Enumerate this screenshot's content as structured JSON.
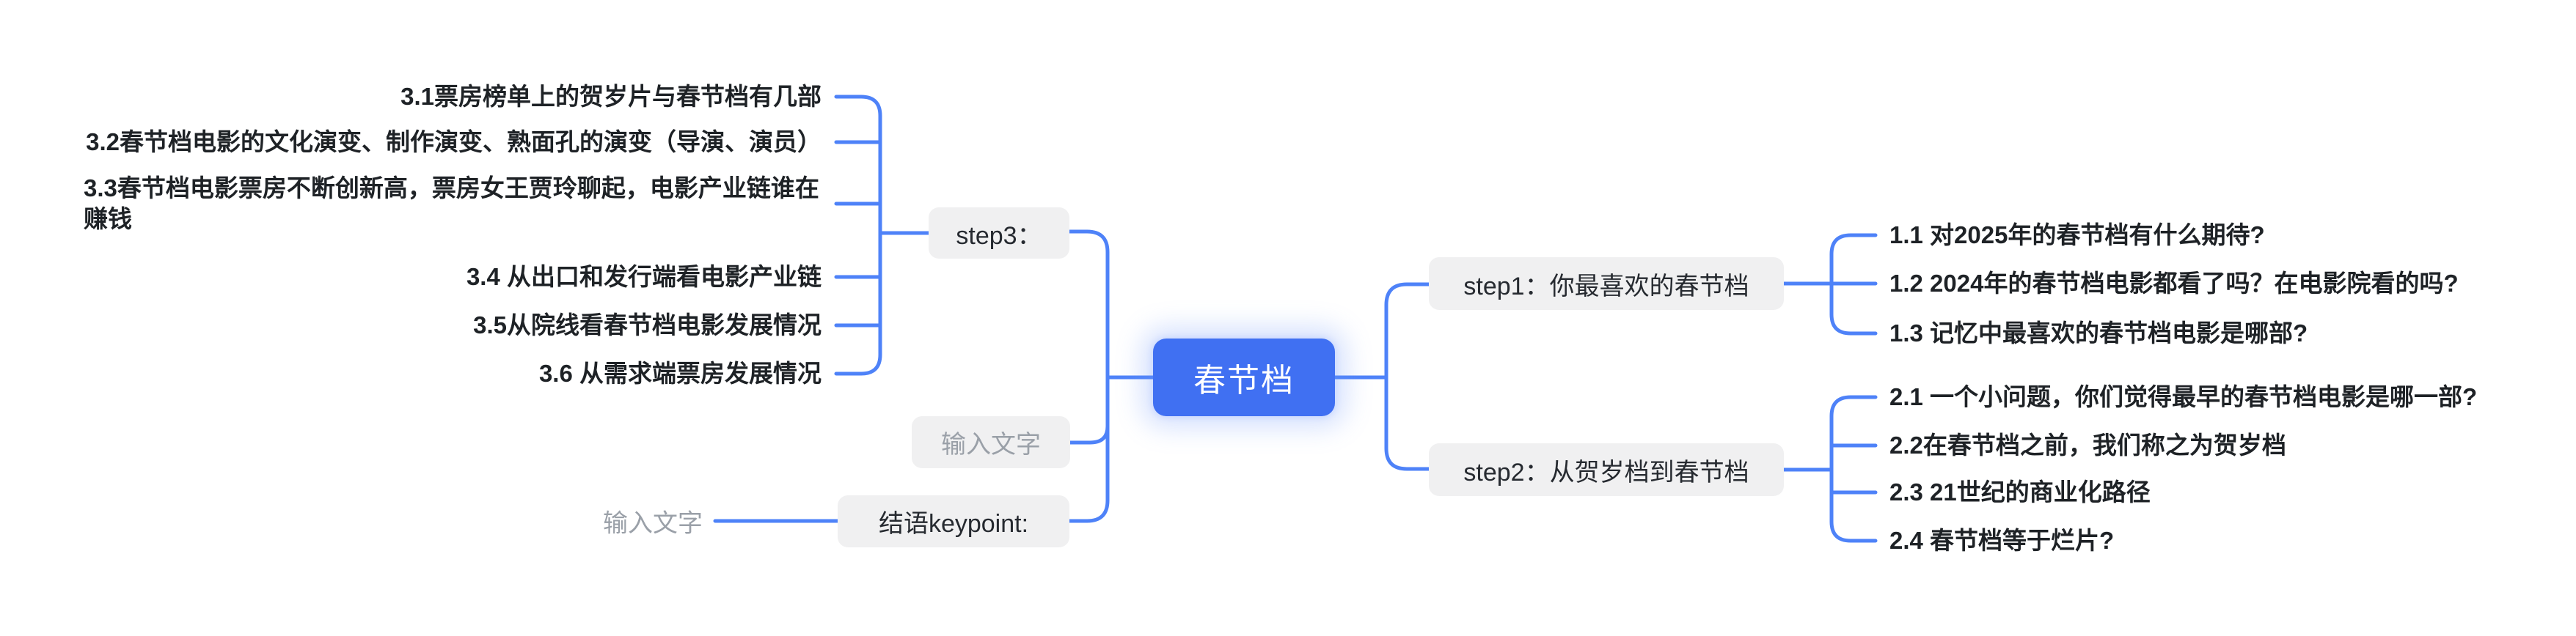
{
  "colors": {
    "edge_line": "#4e82f8",
    "root_bg": "#4070f2",
    "root_text": "#ffffff",
    "branch_node_bg": "#f0f0f1",
    "branch_node_text": "#262a30",
    "topic_text": "#1e2226",
    "placeholder_text": "#9aa0a8",
    "canvas_bg": "#ffffff"
  },
  "root": {
    "label": "春节档"
  },
  "left_branch": {
    "step3": {
      "label": "step3：",
      "children": [
        "3.1票房榜单上的贺岁片与春节档有几部",
        "3.2春节档电影的文化演变、制作演变、熟面孔的演变（导演、演员）",
        "3.3春节档电影票房不断创新高，票房女王贾玲聊起，电影产业链谁在赚钱",
        "3.4 从出口和发行端看电影产业链",
        "3.5从院线看春节档电影发展情况",
        "3.6 从需求端票房发展情况"
      ]
    },
    "placeholder_topic": {
      "label": "输入文字"
    },
    "keypoint": {
      "label": "结语keypoint:",
      "placeholder_child": "输入文字"
    }
  },
  "right_branch": {
    "step1": {
      "label": "step1：你最喜欢的春节档",
      "children": [
        "1.1 对2025年的春节档有什么期待?",
        "1.2 2024年的春节档电影都看了吗？在电影院看的吗?",
        "1.3 记忆中最喜欢的春节档电影是哪部?"
      ]
    },
    "step2": {
      "label": "step2：从贺岁档到春节档",
      "children": [
        "2.1 一个小问题，你们觉得最早的春节档电影是哪一部?",
        "2.2在春节档之前，我们称之为贺岁档",
        "2.3 21世纪的商业化路径",
        "2.4 春节档等于烂片?"
      ]
    }
  }
}
